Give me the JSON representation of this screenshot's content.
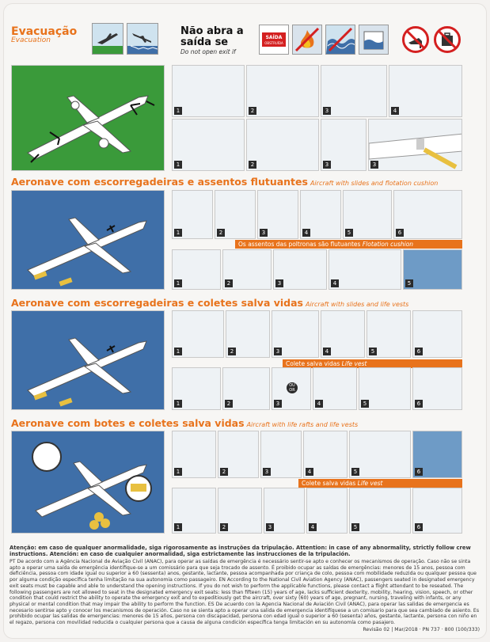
{
  "header": {
    "title_pt": "Evacuação",
    "title_en": "Evacuation",
    "warning_pt_line1": "Não abra a",
    "warning_pt_line2": "saída se",
    "warning_en": "Do not open exit if",
    "sign_line1": "SAÍDA",
    "sign_line2": "OBSTRUÍDA"
  },
  "sections": [
    {
      "title": "Aeronave com escorregadeiras e assentos flutuantes",
      "subtitle": "Aircraft with slides and flotation cushion",
      "strip_pt": "Os assentos das poltronas são flutuantes",
      "strip_en": "Flotation cushion"
    },
    {
      "title": "Aeronave com escorregadeiras e coletes salva vidas",
      "subtitle": "Aircraft with slides and life vests",
      "strip_pt": "Colete salva vidas",
      "strip_en": "Life vest"
    },
    {
      "title": "Aeronave com botes e coletes salva vidas",
      "subtitle": "Aircraft with life rafts and life vests",
      "strip_pt": "Colete salva vidas",
      "strip_en": "Life vest"
    }
  ],
  "badges": {
    "ou": "OU",
    "or": "OR"
  },
  "footer": {
    "attention": "Atenção: em caso de qualquer anormalidade, siga rigorosamente as instruções da tripulação. Attention: in case of any abnormality, strictly follow crew instructions. Atención: en caso de cualquier anormalidad, siga estrictamente las instrucciones de la tripulación.",
    "legal": "PT De acordo com a Agência Nacional de Aviação Civil (ANAC), para operar as saídas de emergência é necessário sentir-se apto e conhecer os mecanismos de operação. Caso não se sinta apto a operar uma saída de emergência identifique-se a um comissário para que seja trocado de assento. É proibido ocupar as saídas de emergências: menores de 15 anos, pessoa com deficiência, pessoa com idade igual ou superior a 60 (sessenta) anos, gestante, lactante, pessoa acompanhada por criança de colo, pessoa com mobilidade reduzida ou qualquer pessoa que por alguma condição específica tenha limitação na sua autonomia como passageiro. EN According to the National Civil Aviation Agency (ANAC), passengers seated in designated emergency exit seats must be capable and able to understand the opening instructions. If you do not wish to perform the applicable functions, please contact a flight attendant to be reseated. The following passengers are not allowed to seat in the designated emergency exit seats: less than fifteen (15) years of age, lacks sufficient dexterity, mobility, hearing, vision, speech, or other condition that could restrict the ability to operate the emergency exit and to expeditiously get the aircraft, over sixty (60) years of age, pregnant, nursing, traveling with infants, or any physical or mental condition that may impair the ability to perform the function. ES De acuerdo con la Agencia Nacional de Aviación Civil (ANAC), para operar las salidas de emergencia es necesario sentirse apto y conocer los mecanismos de operación. Caso no se sienta apto a operar una salida de emergencia identifíquese a un comisario para que sea cambiado de asiento. Es prohibido ocupar las salidas de emergencias: menores de 15 años, persona con discapacidad, persona con edad igual o superior a 60 (sesenta) años, gestante, lactante, persona con niño en el regazo, persona con movilidad reducida o cualquier persona que a causa de alguna condición específica tenga limitación en su autonomía como pasajero.",
    "revision": "Revisão 02 | Mar/2018 · PN 737 · 800 (100/333)"
  },
  "colors": {
    "accent": "#e8731c",
    "green_panel": "#3a9a3a",
    "blue_panel": "#3f6fa8",
    "panel_bg": "#eef2f5",
    "sign_red": "#d42020"
  },
  "icons": [
    "takeoff-plane-icon",
    "landing-plane-icon",
    "exit-blocked-sign-icon",
    "fire-icon",
    "water-icon",
    "no-high-heels-icon",
    "no-baggage-icon"
  ]
}
